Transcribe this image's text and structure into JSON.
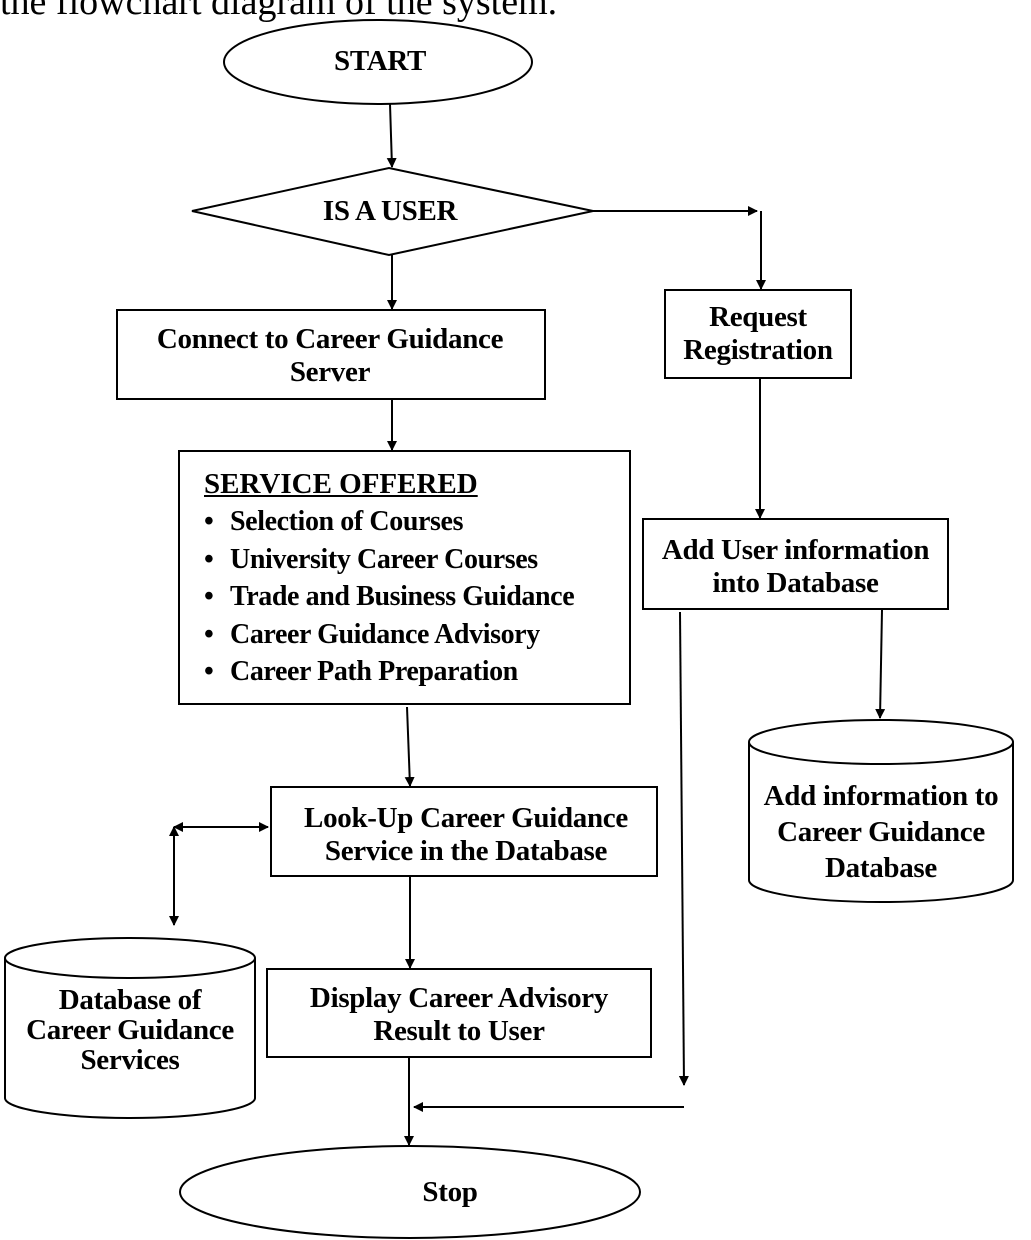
{
  "caption": "the flowchart diagram of the system.",
  "nodes": {
    "start": "START",
    "decision": "IS A USER",
    "connect": "Connect to Career Guidance Server",
    "request_registration": "Request Registration",
    "services_title": "SERVICE OFFERED",
    "services": [
      "Selection of Courses",
      "University Career Courses",
      "Trade and Business Guidance",
      "Career Guidance Advisory",
      "Career Path Preparation"
    ],
    "add_user_info": "Add User information into Database",
    "add_info_db": "Add information to Career Guidance Database",
    "lookup": "Look-Up Career Guidance Service in the Database",
    "services_db": "Database of Career Guidance Services",
    "display_result": "Display Career Advisory Result to User",
    "stop": "Stop"
  }
}
